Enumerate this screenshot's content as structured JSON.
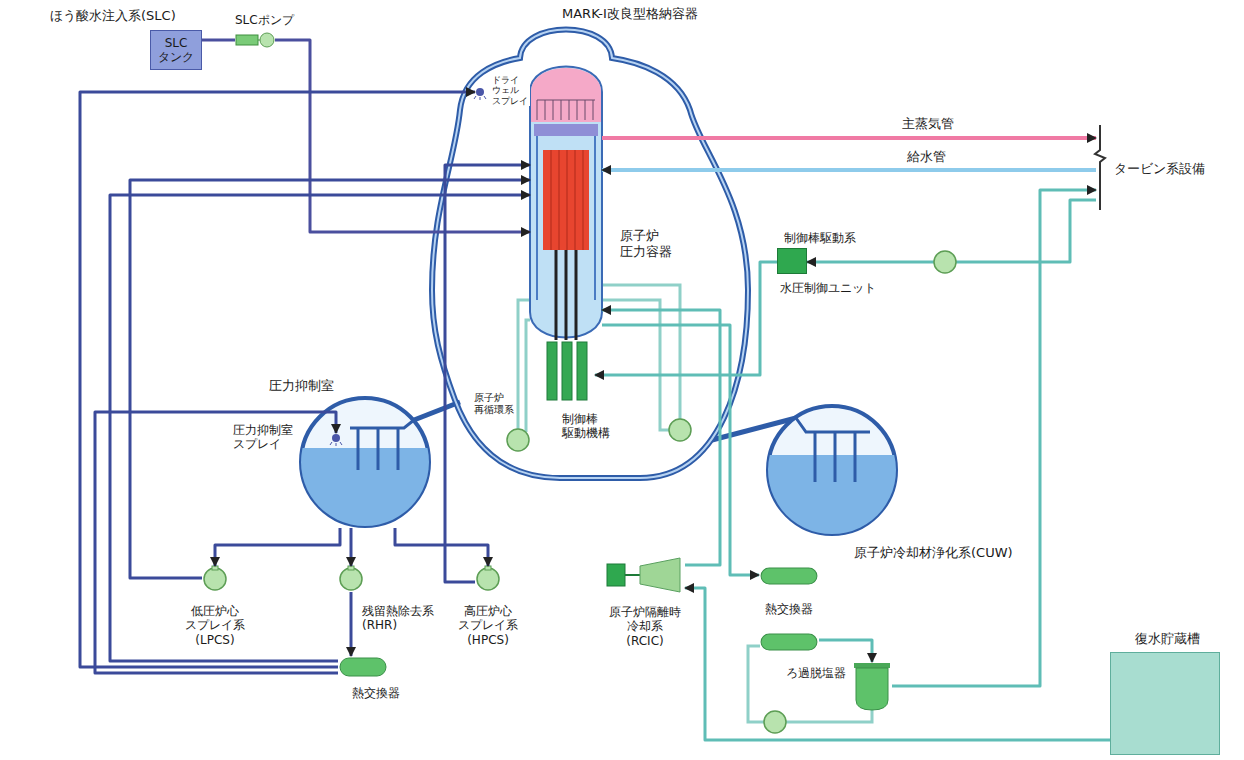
{
  "diagram": {
    "nodes": [
      {
        "text": [
          "SLC タンク"
        ]
      },
      {
        "text": [
          "SLCポンプ"
        ]
      },
      {
        "text": [
          "MARK-Ⅰ改良型格納容器"
        ]
      },
      {
        "text": [
          "ドライ ウェル スプレイ"
        ],
        "in": 2
      },
      {
        "text": [
          "原子炉 圧力容器"
        ],
        "in": 2
      },
      {
        "text": [
          "制御棒 駆動機構"
        ],
        "in": 2
      },
      {
        "text": [
          "タービン系設備"
        ]
      },
      {
        "text": [
          "制御棒駆動系",
          "水圧制御ユニット"
        ]
      },
      {
        "text": [
          "圧力抑制室"
        ]
      },
      {
        "text": [
          "圧力抑制室 スプレイ"
        ],
        "in": 8
      },
      {
        "text": [
          "低圧炉心 スプレイ系 (LPCS)"
        ]
      },
      {
        "text": [
          "残留熱除去系 (RHR)"
        ]
      },
      {
        "text": [
          "熱交換器"
        ]
      },
      {
        "text": [
          "高圧炉心 スプレイ系 (HPCS)"
        ]
      },
      {
        "text": [
          "原子炉隔離時 冷却系 (RCIC)"
        ]
      },
      {
        "text": [
          "熱交換器"
        ]
      },
      {
        "text": [
          "ろ過脱塩器"
        ]
      },
      {
        "text": [
          "復水貯蔵槽"
        ]
      }
    ],
    "edges": [
      {
        "from": 0,
        "to": 1,
        "arrow": "none"
      },
      {
        "from": 1,
        "to": 4,
        "arrow": "to"
      },
      {
        "from": 4,
        "to": 6,
        "label": "主蒸気管",
        "arrow": "to"
      },
      {
        "from": 6,
        "to": 4,
        "label": "給水管",
        "arrow": "to"
      },
      {
        "from": 8,
        "to": 10,
        "arrow": "to"
      },
      {
        "from": 8,
        "to": 11,
        "arrow": "to"
      },
      {
        "from": 8,
        "to": 13,
        "arrow": "to"
      },
      {
        "from": 11,
        "to": 12,
        "arrow": "to"
      },
      {
        "from": 12,
        "to": 4,
        "arrow": "to"
      },
      {
        "from": 12,
        "to": 3,
        "arrow": "to"
      },
      {
        "from": 12,
        "to": 9,
        "arrow": "to"
      },
      {
        "from": 10,
        "to": 4,
        "arrow": "to"
      },
      {
        "from": 13,
        "to": 4,
        "arrow": "to"
      },
      {
        "from": 14,
        "to": 4,
        "arrow": "to"
      },
      {
        "from": 17,
        "to": 14,
        "arrow": "to"
      },
      {
        "from": 4,
        "to": 15,
        "arrow": "to"
      },
      {
        "from": 15,
        "to": 16,
        "arrow": "to"
      },
      {
        "from": 16,
        "to": 6,
        "arrow": "to"
      },
      {
        "from": 6,
        "to": 7,
        "arrow": "to"
      },
      {
        "from": 7,
        "to": 5,
        "arrow": "to"
      }
    ],
    "labels": [
      "ほう酸水注入系(SLC)",
      "原子炉 再循環系",
      "原子炉冷却材浄化系(CUW)"
    ]
  }
}
